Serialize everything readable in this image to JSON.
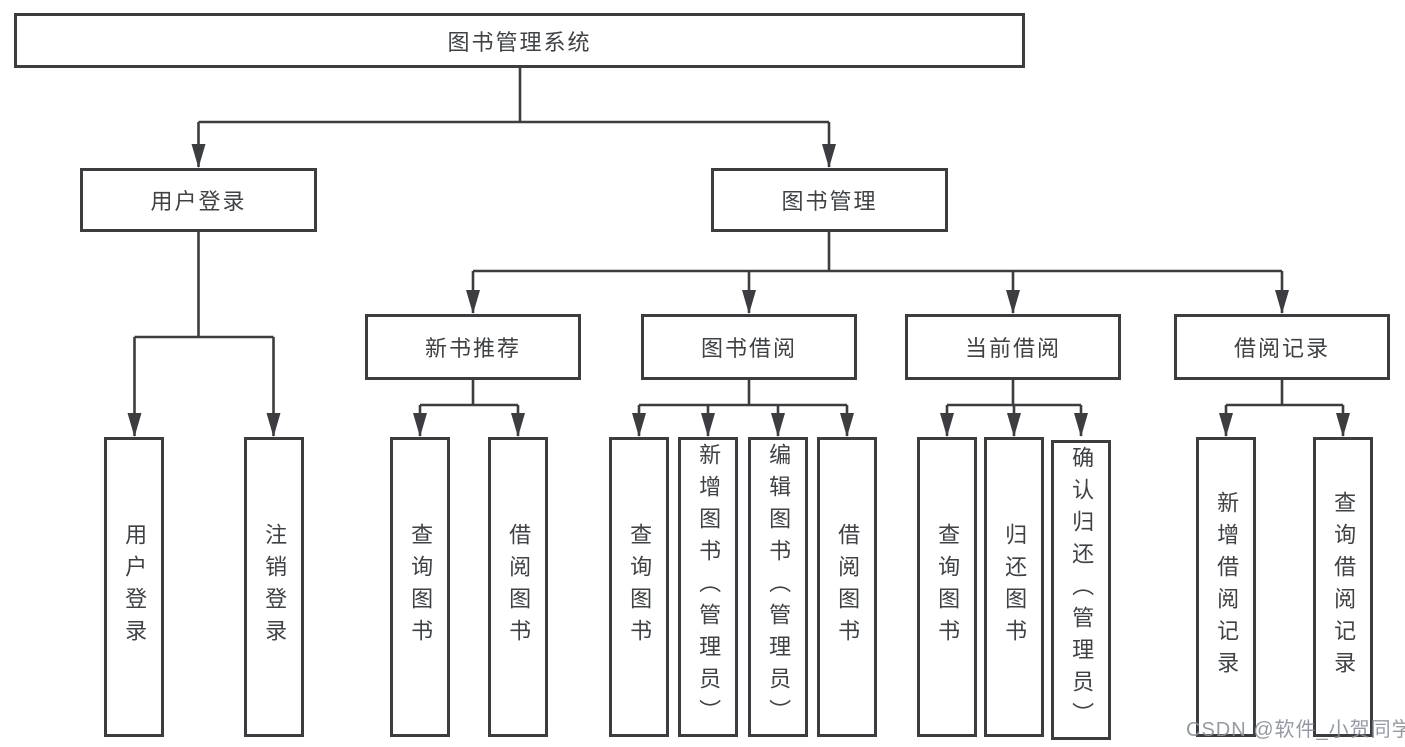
{
  "diagram_title": "图书管理系统",
  "tree": {
    "root": {
      "label": "图书管理系统",
      "children": [
        {
          "label": "用户登录",
          "children": [
            {
              "label": "用户登录"
            },
            {
              "label": "注销登录"
            }
          ]
        },
        {
          "label": "图书管理",
          "children": [
            {
              "label": "新书推荐",
              "children": [
                {
                  "label": "查询图书"
                },
                {
                  "label": "借阅图书"
                }
              ]
            },
            {
              "label": "图书借阅",
              "children": [
                {
                  "label": "查询图书"
                },
                {
                  "label": "新增图书（管理员）"
                },
                {
                  "label": "编辑图书（管理员）"
                },
                {
                  "label": "借阅图书"
                }
              ]
            },
            {
              "label": "当前借阅",
              "children": [
                {
                  "label": "查询图书"
                },
                {
                  "label": "归还图书"
                },
                {
                  "label": "确认归还（管理员）"
                }
              ]
            },
            {
              "label": "借阅记录",
              "children": [
                {
                  "label": "新增借阅记录"
                },
                {
                  "label": "查询借阅记录"
                }
              ]
            }
          ]
        }
      ]
    }
  },
  "watermark": {
    "text": "CSDN @软件_小贺同学"
  },
  "colors": {
    "line": "#3b3d40",
    "box_border": "#3b3d40",
    "box_background": "#ffffff",
    "text": "#3f4245",
    "watermark": "#8b919b"
  }
}
